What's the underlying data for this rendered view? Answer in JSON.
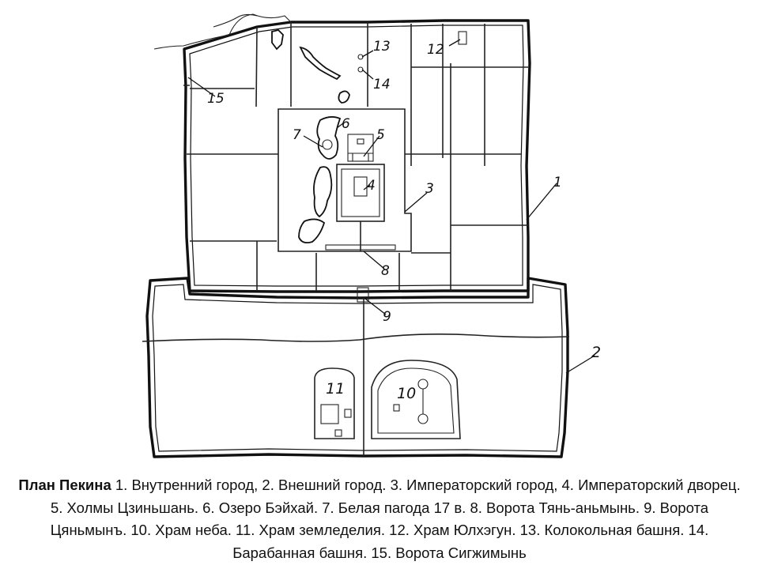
{
  "map": {
    "labels": [
      "1",
      "2",
      "3",
      "4",
      "5",
      "6",
      "7",
      "8",
      "9",
      "10",
      "11",
      "12",
      "13",
      "14",
      "15"
    ]
  },
  "caption": {
    "title": "План Пекина",
    "text": " 1. Внутренний город, 2. Внешний город. 3. Императорский город, 4. Императорский дворец. 5. Холмы Цзиньшань. 6. Озеро Бэйхай. 7. Белая пагода 17 в. 8. Ворота Тянь-аньмынь. 9. Ворота Цяньмынъ. 10. Храм неба. 11. Храм земледелия. 12. Храм Юлхэгун. 13. Колокольная башня. 14. Барабанная башня. 15. Ворота Сигжимынь"
  }
}
